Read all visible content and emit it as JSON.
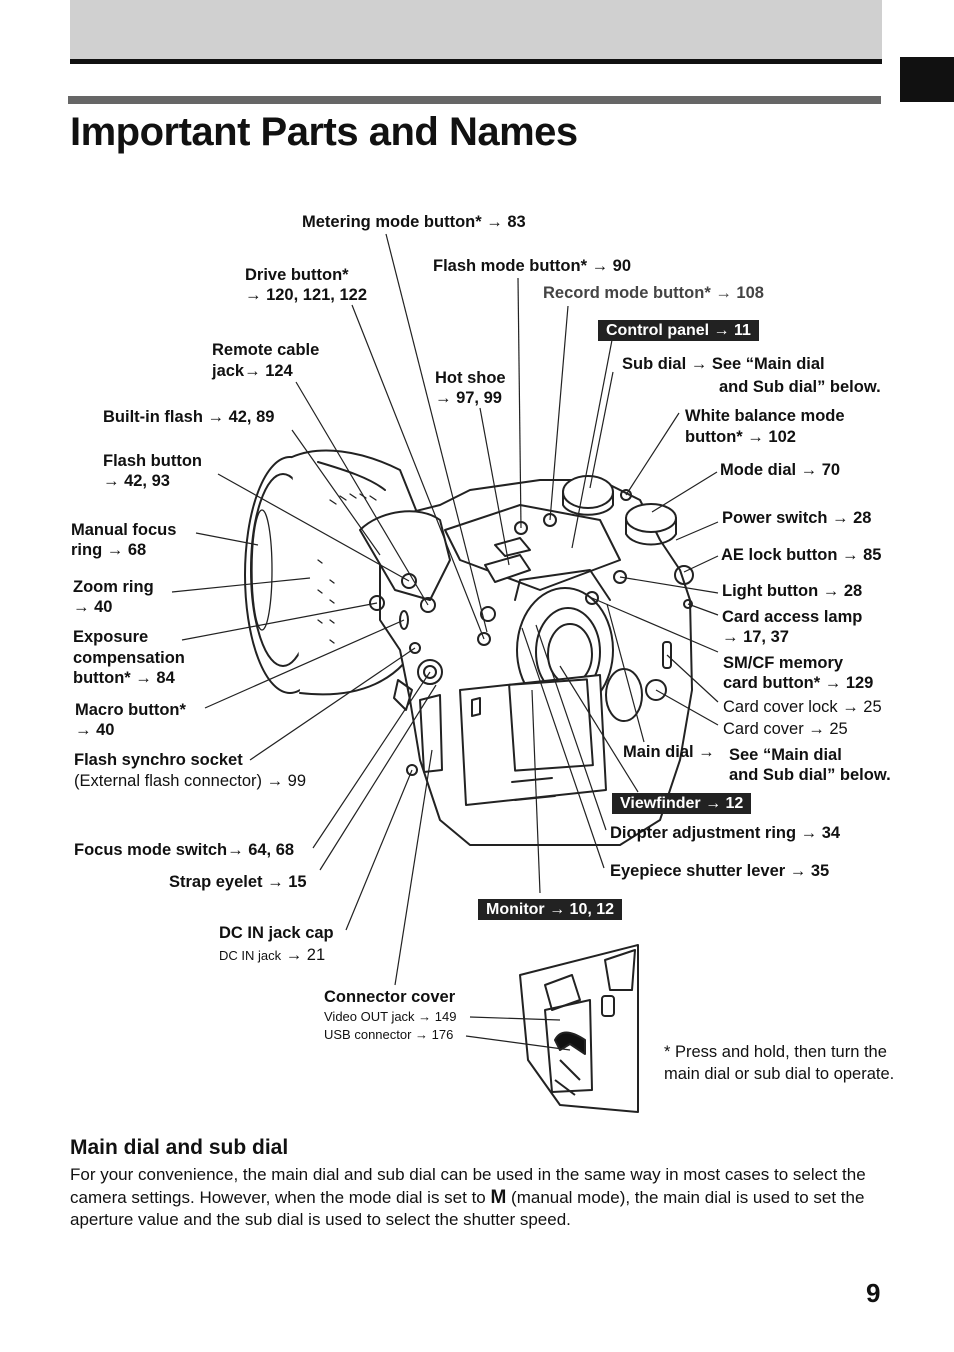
{
  "header": {
    "tab_color": "#111111",
    "band_color": "#d0d0d0"
  },
  "title": "Important Parts and Names",
  "labels": {
    "metering": "Metering mode button* → 83",
    "drive_1": "Drive button*",
    "drive_2": "→ 120, 121, 122",
    "flash_mode": "Flash mode button* → 90",
    "record_mode": "Record mode button* → 108",
    "control_panel": "Control panel → 11",
    "remote_1": "Remote cable",
    "remote_2": "jack→ 124",
    "hot_shoe_1": "Hot shoe",
    "hot_shoe_2": "→ 97, 99",
    "sub_dial_1": "Sub dial → See “Main dial",
    "sub_dial_2": "and Sub dial” below.",
    "builtin_flash": "Built-in flash → 42, 89",
    "wb_1": "White balance mode",
    "wb_2": "button* → 102",
    "flash_btn_1": "Flash button",
    "flash_btn_2": "→ 42, 93",
    "mode_dial": "Mode dial → 70",
    "manual_focus_1": "Manual focus",
    "manual_focus_2": "ring → 68",
    "power": "Power switch → 28",
    "ae_lock": "AE lock button → 85",
    "zoom_1": "Zoom ring",
    "zoom_2": "→ 40",
    "light": "Light button → 28",
    "exposure_1": "Exposure",
    "exposure_2": "compensation",
    "exposure_3": "button* → 84",
    "card_access_1": "Card access lamp",
    "card_access_2": "→ 17, 37",
    "smcf_1": "SM/CF memory",
    "smcf_2": "card button* → 129",
    "macro_1": "Macro button*",
    "macro_2": "→ 40",
    "card_lock": "Card cover lock → 25",
    "card_cover": "Card cover → 25",
    "flash_sync_1": "Flash synchro socket",
    "flash_sync_2": "(External flash connector) → 99",
    "main_dial_1": "Main dial →",
    "main_dial_2": "See “Main dial",
    "main_dial_3": "and Sub dial” below.",
    "viewfinder": "Viewfinder → 12",
    "diopter": "Diopter adjustment ring → 34",
    "focus_mode": "Focus mode switch→ 64, 68",
    "eyepiece": "Eyepiece shutter lever → 35",
    "strap": "Strap eyelet → 15",
    "monitor": "Monitor → 10, 12",
    "dc_cap": "DC IN jack cap",
    "dc_jack": "DC IN jack",
    "dc_jack_ref": "→ 21",
    "connector": "Connector cover",
    "video_out": "Video OUT jack → 149",
    "usb": "USB connector → 176"
  },
  "note": "* Press and hold, then turn the main dial or sub dial to operate.",
  "section": {
    "heading": "Main dial and sub dial",
    "body_before": "For your convenience, the main dial and sub dial can be used in the same way in most cases to select the camera settings. However, when the mode dial is set to ",
    "mode_glyph": "M",
    "body_after": " (manual mode), the main dial is used to set the aperture value and the sub dial is used to select the shutter speed."
  },
  "page_number": "9"
}
